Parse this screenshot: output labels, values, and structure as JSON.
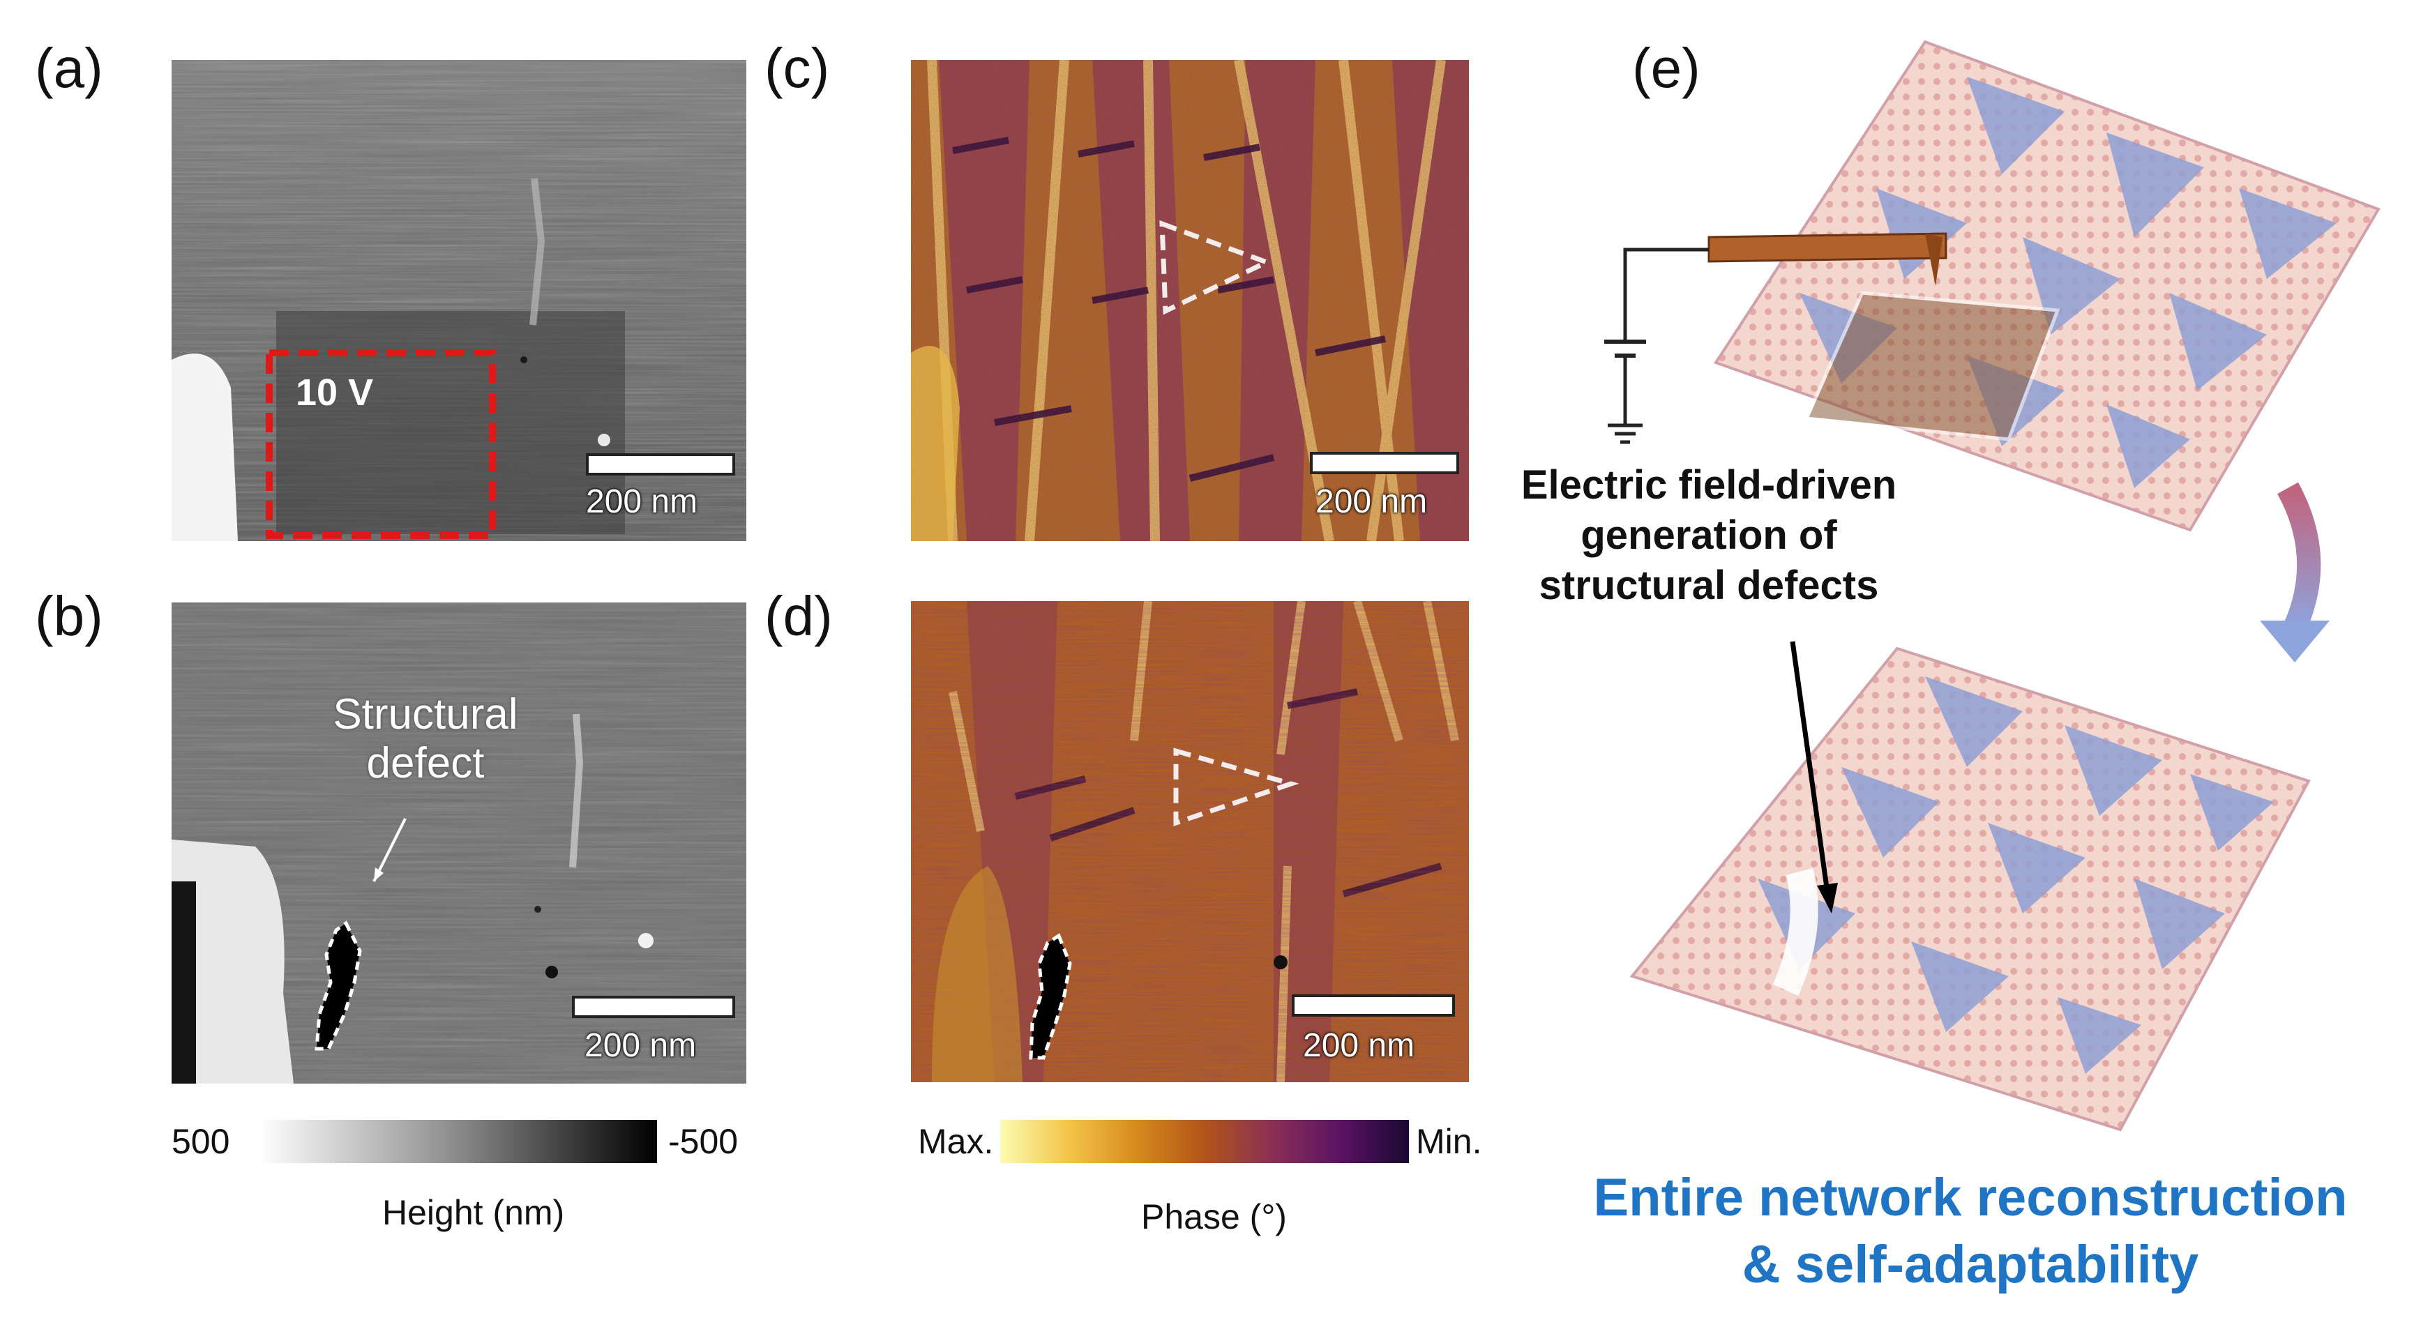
{
  "panel_labels": {
    "a": "(a)",
    "b": "(b)",
    "c": "(c)",
    "d": "(d)",
    "e": "(e)"
  },
  "panel_a": {
    "scale_bar": "200 nm",
    "box_label": "10 V",
    "box_color": "#e01818"
  },
  "panel_b": {
    "scale_bar": "200 nm",
    "annotation_line1": "Structural",
    "annotation_line2": "defect"
  },
  "panel_c": {
    "scale_bar": "200 nm"
  },
  "panel_d": {
    "scale_bar": "200 nm"
  },
  "height_colorbar": {
    "max_label": "500",
    "min_label": "-500",
    "title": "Height (nm)"
  },
  "phase_colorbar": {
    "max_label": "Max.",
    "min_label": "Min.",
    "title": "Phase (°)"
  },
  "panel_e": {
    "caption_line1": "Electric field-driven",
    "caption_line2": "generation of",
    "caption_line3": "structural defects",
    "conclusion_line1": "Entire network reconstruction",
    "conclusion_line2": "& self-adaptability",
    "conclusion_color": "#1f74c4"
  },
  "icons": [
    "battery-icon",
    "ground-icon",
    "afm-tip-icon",
    "down-arrow-icon"
  ]
}
